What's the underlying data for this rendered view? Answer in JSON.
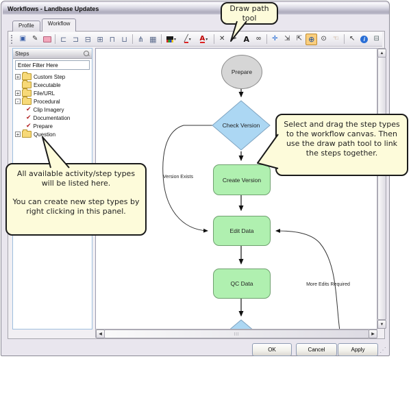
{
  "window": {
    "title": "Workflows - Landbase Updates"
  },
  "tabs": {
    "profile": "Profile",
    "workflow": "Workflow"
  },
  "toolbar": {
    "dropdown_glyph": "▾",
    "icons": [
      {
        "name": "properties-window-icon",
        "glyph": "▣"
      },
      {
        "name": "edit-step-icon",
        "glyph": "✎"
      },
      {
        "name": "eraser-icon",
        "glyph": ""
      },
      {
        "name": "align-left-icon",
        "glyph": "⊏"
      },
      {
        "name": "align-right-icon",
        "glyph": "⊐"
      },
      {
        "name": "align-center-horizontal-icon",
        "glyph": "⊟"
      },
      {
        "name": "align-center-vertical-icon",
        "glyph": "⊞"
      },
      {
        "name": "align-middle-icon",
        "glyph": "⊓"
      },
      {
        "name": "distribute-horizontal-icon",
        "glyph": "⊔"
      },
      {
        "name": "layout-hierarchy-icon",
        "glyph": "⋔"
      },
      {
        "name": "layout-grid-icon",
        "glyph": "▦"
      },
      {
        "name": "fill-color-icon",
        "glyph": ""
      },
      {
        "name": "line-color-icon",
        "glyph": "╱"
      },
      {
        "name": "font-color-icon",
        "glyph": "A"
      },
      {
        "name": "delete-icon",
        "glyph": "✕"
      },
      {
        "name": "draw-path-icon",
        "glyph": "✒"
      },
      {
        "name": "font-icon",
        "glyph": "A"
      },
      {
        "name": "find-icon",
        "glyph": "∞"
      },
      {
        "name": "center-view-icon",
        "glyph": "✛"
      },
      {
        "name": "zoom-to-fit-icon",
        "glyph": "⇲"
      },
      {
        "name": "zoom-extents-icon",
        "glyph": "⇱"
      },
      {
        "name": "zoom-in-icon",
        "glyph": "⊕",
        "active": true
      },
      {
        "name": "zoom-dynamic-icon",
        "glyph": "⊙"
      },
      {
        "name": "pan-icon",
        "glyph": "☜"
      },
      {
        "name": "pointer-icon",
        "glyph": "↖"
      },
      {
        "name": "info-icon",
        "glyph": "i"
      },
      {
        "name": "print-icon",
        "glyph": "⊟"
      }
    ]
  },
  "steps_panel": {
    "title": "Steps",
    "filter_text": "Enter Filter Here",
    "tree": [
      {
        "label": "Custom Step",
        "kind": "folder",
        "expander": "+"
      },
      {
        "label": "Executable",
        "kind": "folder",
        "expander": ""
      },
      {
        "label": "File/URL",
        "kind": "folder",
        "expander": "+"
      },
      {
        "label": "Procedural",
        "kind": "folder",
        "expander": "-"
      },
      {
        "label": "Clip Imagery",
        "kind": "step"
      },
      {
        "label": "Documentation",
        "kind": "step"
      },
      {
        "label": "Prepare",
        "kind": "step"
      },
      {
        "label": "Question",
        "kind": "folder",
        "expander": "+"
      }
    ]
  },
  "canvas": {
    "nodes": {
      "prepare": {
        "label": "Prepare",
        "shape": "ellipse"
      },
      "check_version": {
        "label": "Check Version",
        "shape": "diamond"
      },
      "create_version": {
        "label": "Create Version",
        "shape": "rounded-rect"
      },
      "edit_data": {
        "label": "Edit Data",
        "shape": "rounded-rect"
      },
      "qc_data": {
        "label": "QC Data",
        "shape": "rounded-rect"
      }
    },
    "edge_labels": {
      "version_exists": "Version Exists",
      "more_edits": "More Edits Required"
    }
  },
  "callouts": {
    "draw_path": {
      "text": "Draw path tool"
    },
    "select_drag": {
      "text": "Select and drag the step types to the workflow canvas. Then use the draw path tool to link the steps together."
    },
    "steps_info": {
      "para1": "All available activity/step types will be listed here.",
      "para2": "You can create new step types by right clicking in this panel."
    }
  },
  "footer": {
    "ok": "OK",
    "cancel": "Cancel",
    "apply": "Apply"
  },
  "colors": {
    "node_green": "#b0f0b0",
    "node_blue": "#acd7f3",
    "node_gray": "#d6d6d6",
    "callout_bg": "#fdfbda",
    "zoom_highlight": "#f9ce7e",
    "accent_orange": "#c08a2e"
  }
}
